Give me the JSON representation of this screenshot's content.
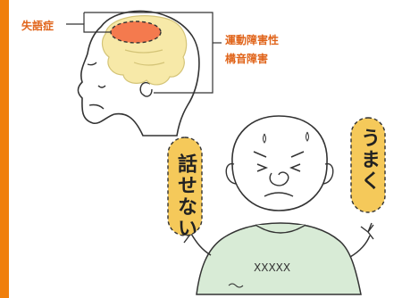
{
  "labels": {
    "aphasia": "失語症",
    "motor_line1": "運動障害性",
    "motor_line2": "構音障害"
  },
  "bubbles": {
    "left": "話せない",
    "right": "うまく"
  },
  "colors": {
    "accent_bar": "#f07f0c",
    "label_text": "#e0641a",
    "brain_outline": "#f7e9a8",
    "brain_area": "#f47a4e",
    "speech_bubble": "#f5c95a",
    "sweater": "#d8ebd6"
  },
  "icons": {
    "brain": "brain-icon",
    "head": "head-profile-icon",
    "elderly_man": "elderly-man-icon"
  }
}
